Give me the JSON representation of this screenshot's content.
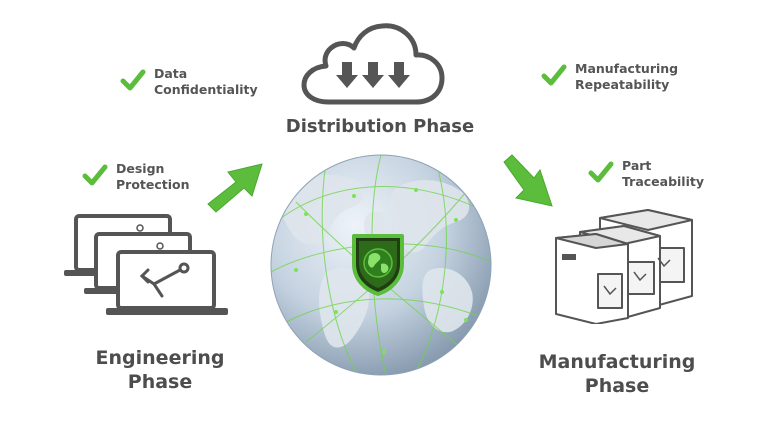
{
  "phases": {
    "distribution": "Distribution Phase",
    "engineering": [
      "Engineering",
      "Phase"
    ],
    "manufacturing": [
      "Manufacturing",
      "Phase"
    ]
  },
  "benefits": {
    "data_confidentiality": [
      "Data",
      "Confidentiality"
    ],
    "design_protection": [
      "Design",
      "Protection"
    ],
    "manufacturing_repeatability": [
      "Manufacturing",
      "Repeatability"
    ],
    "part_traceability": [
      "Part",
      "Traceability"
    ]
  },
  "colors": {
    "accent_green": "#5cbd3c",
    "dark_green": "#2d6b1a",
    "text_gray": "#4d4d4d",
    "outline_gray": "#555555"
  },
  "icons": [
    "checkmark-icon",
    "cloud-download-icon",
    "arrow-up-right-icon",
    "arrow-down-right-icon",
    "laptop-icon",
    "globe-icon",
    "shield-globe-icon",
    "printer-icon"
  ]
}
